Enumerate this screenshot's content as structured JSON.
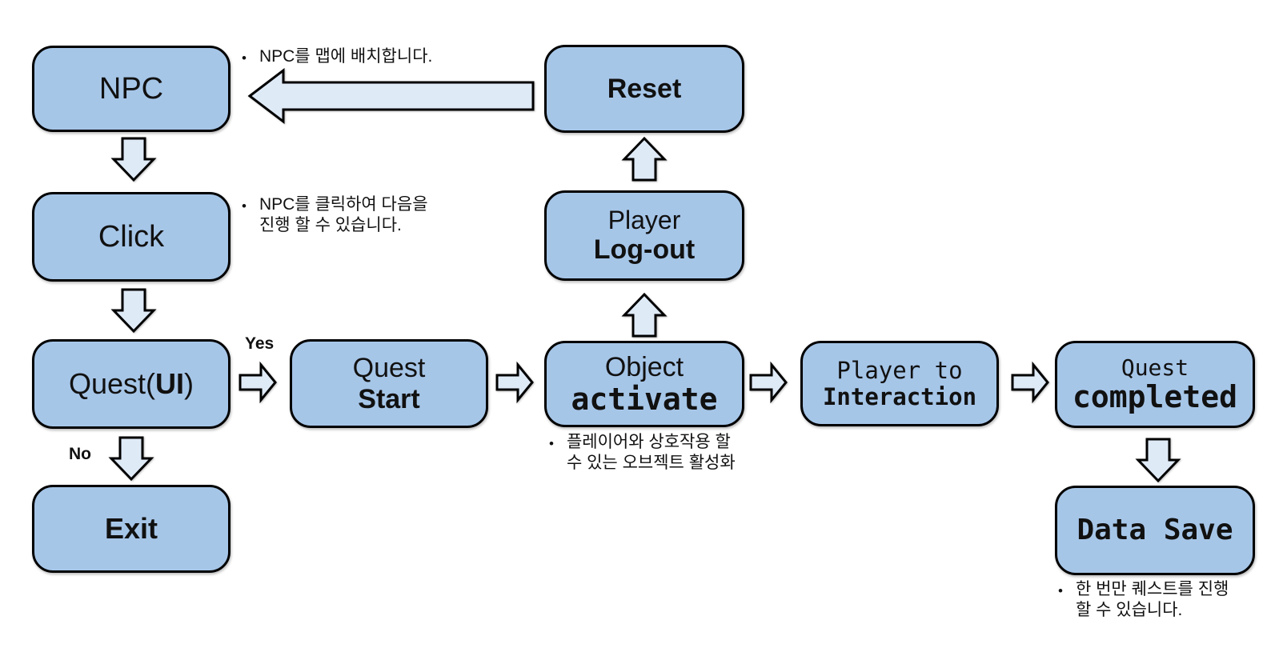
{
  "colors": {
    "node_fill": "#a6c6e8",
    "arrow_fill": "#dfeaf7",
    "stroke": "#000000"
  },
  "nodes": {
    "npc": {
      "label": "NPC"
    },
    "click": {
      "label": "Click"
    },
    "quest_ui": {
      "pre": "Quest(",
      "bold": "UI",
      "post": ")"
    },
    "exit": {
      "label": "Exit"
    },
    "quest_start": {
      "line1": "Quest",
      "line2": "Start"
    },
    "object_activate": {
      "line1": "Object",
      "line2": "activate"
    },
    "player_interaction": {
      "line1": "Player to",
      "line2": "Interaction"
    },
    "quest_completed": {
      "line1": "Quest",
      "line2": "completed"
    },
    "reset": {
      "label": "Reset"
    },
    "player_logout": {
      "line1": "Player",
      "line2": "Log-out"
    },
    "data_save": {
      "label": "Data Save"
    }
  },
  "edge_labels": {
    "yes": "Yes",
    "no": "No"
  },
  "annotations": {
    "npc": {
      "bullet": "•",
      "lines": [
        "NPC를 맵에 배치합니다."
      ]
    },
    "click": {
      "bullet": "•",
      "lines": [
        "NPC를 클릭하여 다음을",
        "진행 할 수 있습니다."
      ]
    },
    "object": {
      "bullet": "•",
      "lines": [
        "플레이어와 상호작용 할",
        "수 있는 오브젝트 활성화"
      ]
    },
    "data_save": {
      "bullet": "•",
      "lines": [
        "한 번만 퀘스트를 진행",
        "할 수 있습니다."
      ]
    }
  }
}
